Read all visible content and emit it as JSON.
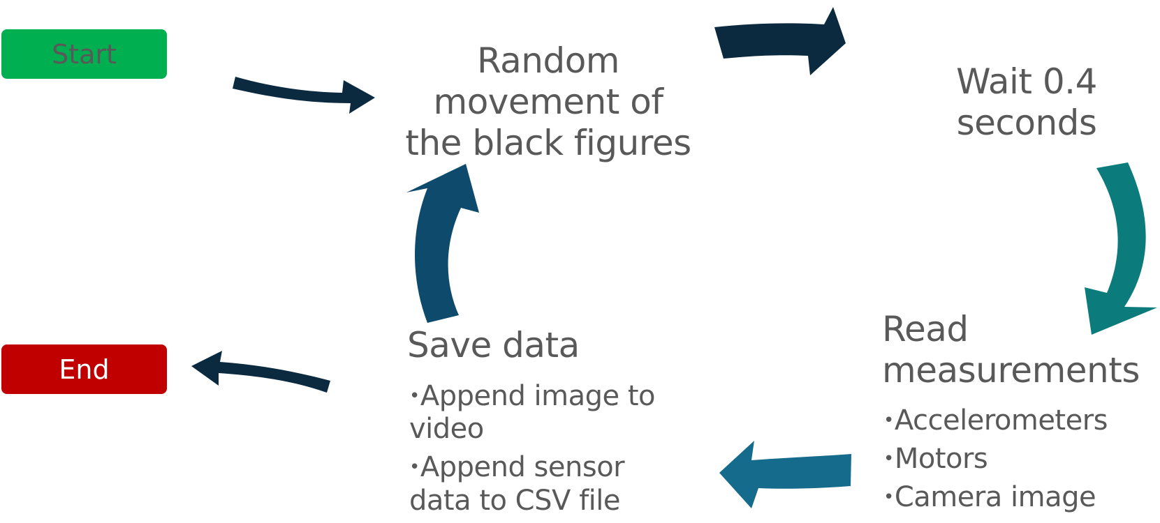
{
  "nodes": {
    "start": {
      "label": "Start",
      "color": "#00b050",
      "text_color": "#595959"
    },
    "end": {
      "label": "End",
      "color": "#c00000",
      "text_color": "#ffffff"
    },
    "random": {
      "lines": [
        "Random",
        "movement of",
        "the black figures"
      ]
    },
    "wait": {
      "lines": [
        "Wait 0.4",
        "seconds"
      ]
    },
    "read": {
      "lines": [
        "Read",
        "measurements"
      ],
      "bullets": [
        "Accelerometers",
        "Motors",
        "Camera image"
      ]
    },
    "save": {
      "title": "Save data",
      "bullets": [
        "Append image to video",
        "Append sensor data to CSV file"
      ]
    }
  },
  "bullet_symbol": "•",
  "arrow_colors": {
    "start_to_random": "#0b2a3f",
    "random_to_wait": "#0b2a3f",
    "wait_to_read": "#0c7b7c",
    "read_to_save": "#146b8c",
    "save_to_random": "#0e4a6b",
    "save_to_end": "#0b2a3f"
  }
}
